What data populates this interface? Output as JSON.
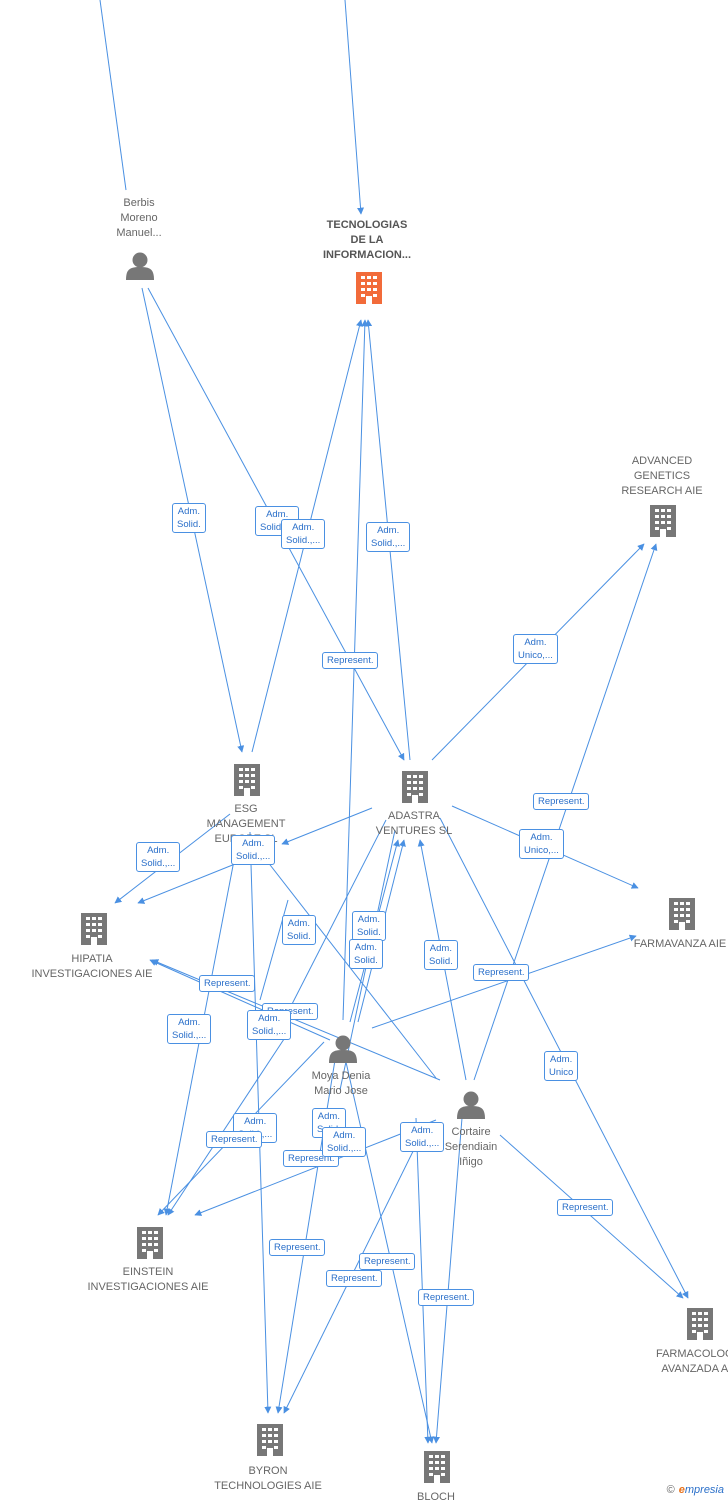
{
  "nodes": [
    {
      "id": "berbis",
      "type": "person",
      "label": "Berbis\nMoreno\nManuel..."
    },
    {
      "id": "tecnologias",
      "type": "company-main",
      "label": "TECNOLOGIAS\nDE LA\nINFORMACION..."
    },
    {
      "id": "advanced",
      "type": "company",
      "label": "ADVANCED\nGENETICS\nRESEARCH AIE"
    },
    {
      "id": "esg",
      "type": "company",
      "label": "ESG\nMANAGEMENT\nEUROPE SL"
    },
    {
      "id": "adastra",
      "type": "company",
      "label": "ADASTRA\nVENTURES SL"
    },
    {
      "id": "hipatia",
      "type": "company",
      "label": "HIPATIA\nINVESTIGACIONES AIE"
    },
    {
      "id": "farmavanza",
      "type": "company",
      "label": "FARMAVANZA AIE"
    },
    {
      "id": "moya",
      "type": "person",
      "label": "Moya Denia\nMario Jose"
    },
    {
      "id": "cortaire",
      "type": "person",
      "label": "Cortaire\nSerendiain\nIñigo"
    },
    {
      "id": "einstein",
      "type": "company",
      "label": "EINSTEIN\nINVESTIGACIONES AIE"
    },
    {
      "id": "farmacologia",
      "type": "company",
      "label": "FARMACOLOGIA\nAVANZADA AIE"
    },
    {
      "id": "byron",
      "type": "company",
      "label": "BYRON\nTECHNOLOGIES AIE"
    },
    {
      "id": "bloch",
      "type": "company",
      "label": "BLOCH"
    }
  ],
  "edge_labels": [
    {
      "id": "e1",
      "text": "Adm.\nSolid."
    },
    {
      "id": "e2",
      "text": "Adm.\nSolid.,..."
    },
    {
      "id": "e3",
      "text": "Adm.\nSolid.,..."
    },
    {
      "id": "e4",
      "text": "Adm.\nSolid.,..."
    },
    {
      "id": "e5",
      "text": "Represent."
    },
    {
      "id": "e6",
      "text": "Adm.\nUnico,..."
    },
    {
      "id": "e7",
      "text": "Represent."
    },
    {
      "id": "e8",
      "text": "Adm.\nUnico,..."
    },
    {
      "id": "e9",
      "text": "Adm.\nSolid.,..."
    },
    {
      "id": "e10",
      "text": "Adm.\nSolid.,..."
    },
    {
      "id": "e11",
      "text": "Adm.\nSolid."
    },
    {
      "id": "e12",
      "text": "Adm.\nSolid."
    },
    {
      "id": "e13",
      "text": "Adm.\nSolid."
    },
    {
      "id": "e14",
      "text": "Adm.\nSolid."
    },
    {
      "id": "e15",
      "text": "Represent."
    },
    {
      "id": "e16",
      "text": "Represent."
    },
    {
      "id": "e17",
      "text": "Represent."
    },
    {
      "id": "e18",
      "text": "Adm.\nSolid.,..."
    },
    {
      "id": "e19",
      "text": "Adm.\nSolid.,..."
    },
    {
      "id": "e20",
      "text": "Adm.\nUnico"
    },
    {
      "id": "e21",
      "text": "Adm.\nSolid.,..."
    },
    {
      "id": "e22",
      "text": "Represent."
    },
    {
      "id": "e23",
      "text": "Adm.\nSolid."
    },
    {
      "id": "e24",
      "text": "Represent."
    },
    {
      "id": "e25",
      "text": "Adm.\nSolid.,..."
    },
    {
      "id": "e26",
      "text": "Adm.\nSolid.,..."
    },
    {
      "id": "e27",
      "text": "Represent."
    },
    {
      "id": "e28",
      "text": "Represent."
    },
    {
      "id": "e29",
      "text": "Represent."
    },
    {
      "id": "e30",
      "text": "Represent."
    },
    {
      "id": "e31",
      "text": "Represent."
    }
  ],
  "colors": {
    "edge": "#4a90e2",
    "company": "#777777",
    "main_company": "#f26b3a",
    "person": "#777777"
  },
  "footer": {
    "copyright": "©",
    "brand_e": "e",
    "brand_rest": "mpresia"
  }
}
